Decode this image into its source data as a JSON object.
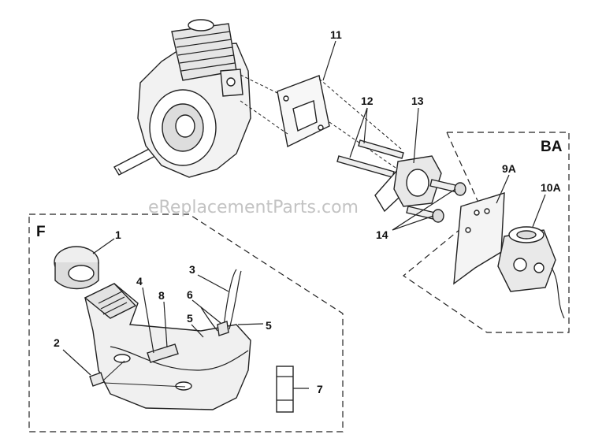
{
  "watermark": "eReplacementParts.com",
  "groups": {
    "ba": "BA",
    "f": "F"
  },
  "callouts": {
    "c1": "1",
    "c2": "2",
    "c3": "3",
    "c4": "4",
    "c5a": "5",
    "c5b": "5",
    "c6": "6",
    "c7": "7",
    "c8": "8",
    "c9a": "9A",
    "c10a": "10A",
    "c11": "11",
    "c12": "12",
    "c13": "13",
    "c14": "14"
  }
}
